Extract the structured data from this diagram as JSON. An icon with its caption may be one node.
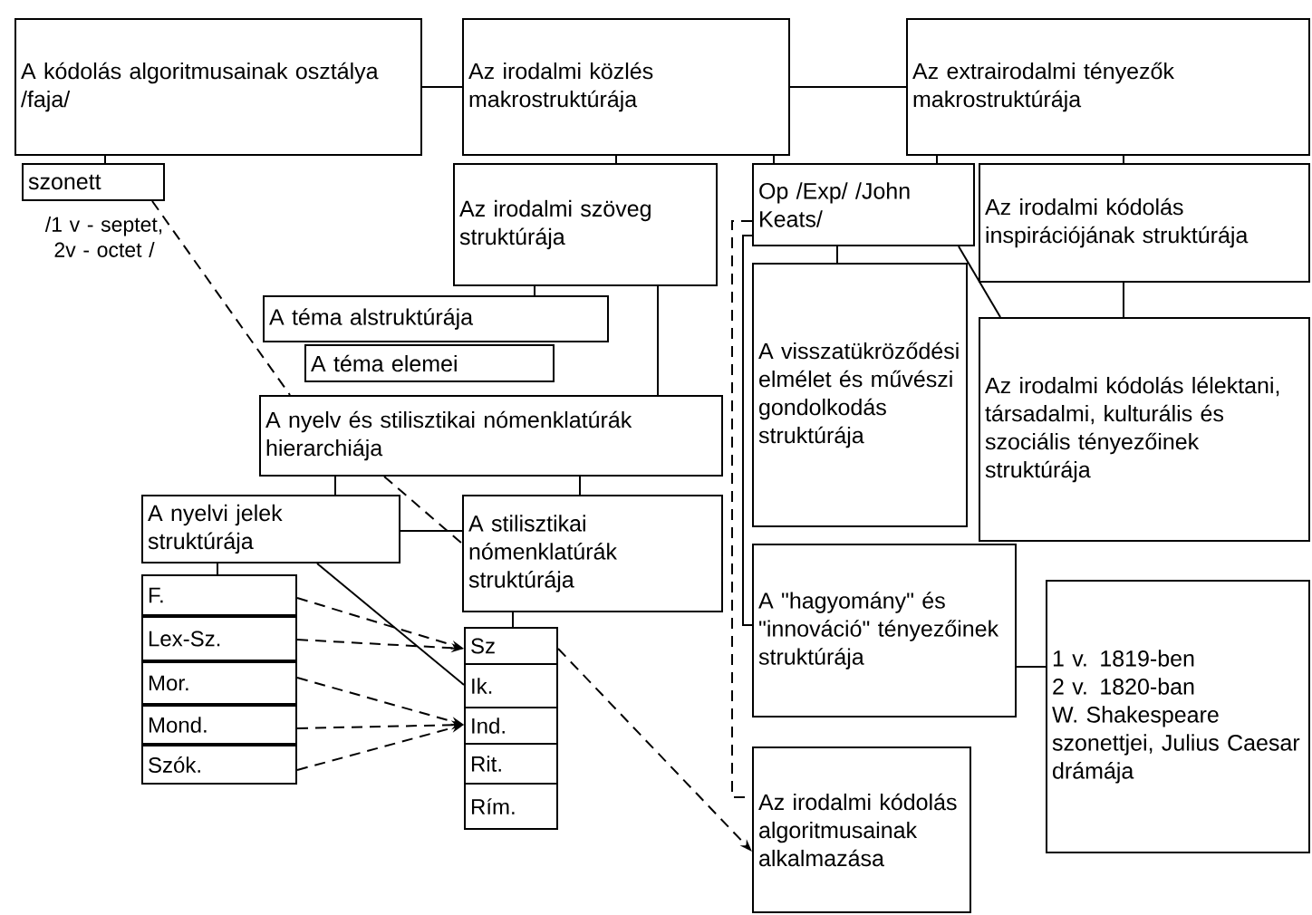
{
  "diagram": {
    "nodes": [
      {
        "text": [
          "A kódolás algoritmusainak osztálya /faja/"
        ]
      },
      {
        "text": [
          "Az irodalmi közlés makrostruktúrája"
        ]
      },
      {
        "text": [
          "Az extrairodalmi tényezők makrostruktúrája"
        ]
      },
      {
        "text": [
          "szonett"
        ],
        "beside": [
          "/1 v - septet, 2v - octet /"
        ]
      },
      {
        "text": [
          "Az irodalmi szöveg struktúrája"
        ]
      },
      {
        "text": [
          "Op /Exp/ /John Keats/"
        ]
      },
      {
        "text": [
          "Az irodalmi kódolás inspirációjának struktúrája"
        ]
      },
      {
        "text": [
          "A visszatükröződési elmélet és művészi gondolkodás struktúrája"
        ]
      },
      {
        "text": [
          "Az irodalmi kódolás lélektani, társadalmi, kulturális és szociális tényezőinek struktúrája"
        ]
      },
      {
        "text": [
          "A téma alstruktúrája"
        ]
      },
      {
        "text": [
          "A téma elemei"
        ]
      },
      {
        "text": [
          "A nyelv és stilisztikai nómenklatúrák hierarchiája"
        ]
      },
      {
        "text": [
          "A nyelvi jelek struktúrája"
        ]
      },
      {
        "text": [
          "A stilisztikai nómenklatúrák struktúrája"
        ]
      },
      {
        "text": [
          "F."
        ]
      },
      {
        "text": [
          "Lex-Sz."
        ]
      },
      {
        "text": [
          "Mor."
        ]
      },
      {
        "text": [
          "Mond."
        ]
      },
      {
        "text": [
          "Szók."
        ]
      },
      {
        "text": [
          "Sz"
        ]
      },
      {
        "text": [
          "Ik."
        ]
      },
      {
        "text": [
          "Ind."
        ]
      },
      {
        "text": [
          "Rit."
        ]
      },
      {
        "text": [
          "Rím."
        ]
      },
      {
        "text": [
          "A \"hagyomány\" és \"innováció\" tényezőinek struktúrája"
        ]
      },
      {
        "text": [
          "1 v. 1819-ben",
          "2 v. 1820-ban",
          "W. Shakespeare szonettjei, Julius Caesar drámája"
        ]
      },
      {
        "text": [
          "Az irodalmi kódolás algoritmusainak alkalmazása"
        ]
      }
    ],
    "edges": [
      {
        "from": 0,
        "to": 1,
        "arrow": "none"
      },
      {
        "from": 1,
        "to": 2,
        "arrow": "none"
      },
      {
        "from": 0,
        "to": 3,
        "arrow": "none"
      },
      {
        "from": 1,
        "to": 4,
        "arrow": "none"
      },
      {
        "from": 1,
        "to": 5,
        "arrow": "none"
      },
      {
        "from": 2,
        "to": 5,
        "arrow": "none"
      },
      {
        "from": 2,
        "to": 6,
        "arrow": "none"
      },
      {
        "from": 5,
        "to": 7,
        "arrow": "none"
      },
      {
        "from": 6,
        "to": 8,
        "arrow": "none"
      },
      {
        "from": 5,
        "to": 8,
        "arrow": "none"
      },
      {
        "from": 4,
        "to": 9,
        "arrow": "none"
      },
      {
        "from": 4,
        "to": 11,
        "arrow": "none"
      },
      {
        "from": 3,
        "to": 11,
        "arrow": "none",
        "style": "dashed"
      },
      {
        "from": 11,
        "to": 13,
        "arrow": "none",
        "style": "dashed"
      },
      {
        "from": 11,
        "to": 12,
        "arrow": "none"
      },
      {
        "from": 11,
        "to": 13,
        "arrow": "none"
      },
      {
        "from": 12,
        "to": 13,
        "arrow": "none"
      },
      {
        "from": 12,
        "to": 14,
        "arrow": "none"
      },
      {
        "from": 13,
        "to": 19,
        "arrow": "none"
      },
      {
        "from": 12,
        "to": 20,
        "arrow": "none"
      },
      {
        "from": 14,
        "to": 19,
        "arrow": "to",
        "style": "dashed"
      },
      {
        "from": 15,
        "to": 19,
        "arrow": "to",
        "style": "dashed"
      },
      {
        "from": 16,
        "to": 21,
        "arrow": "to",
        "style": "dashed"
      },
      {
        "from": 17,
        "to": 21,
        "arrow": "to",
        "style": "dashed"
      },
      {
        "from": 18,
        "to": 21,
        "arrow": "to",
        "style": "dashed"
      },
      {
        "from": 19,
        "to": 26,
        "arrow": "to",
        "style": "dashed"
      },
      {
        "from": 24,
        "to": 25,
        "arrow": "none"
      },
      {
        "from": 5,
        "to": 24,
        "arrow": "none"
      },
      {
        "from": 5,
        "to": 26,
        "arrow": "none",
        "style": "dashed"
      }
    ]
  }
}
